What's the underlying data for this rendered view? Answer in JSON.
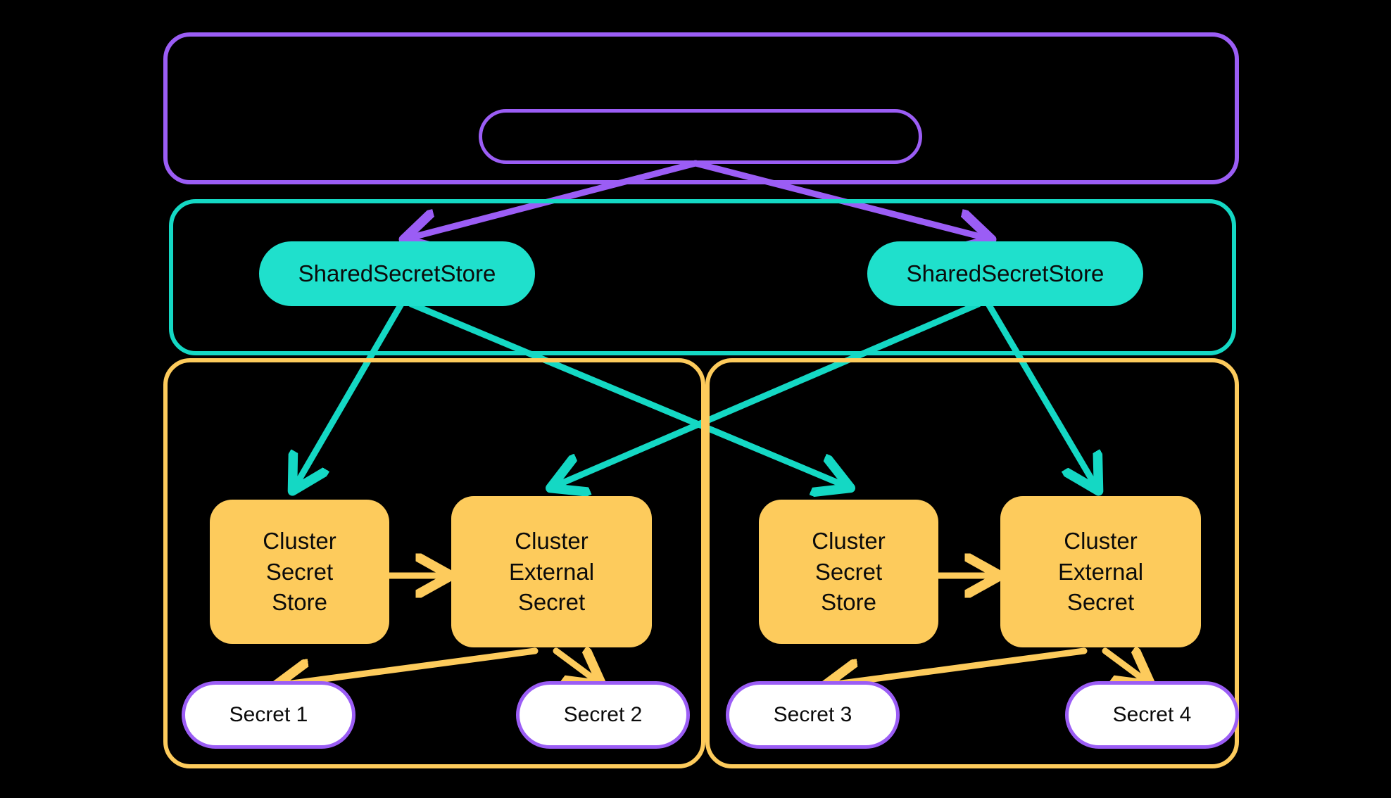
{
  "diagram": {
    "title": "External Secrets Operator shared secret store architecture",
    "background_color": "#000000",
    "colors": {
      "purple": "#9B5DF5",
      "teal": "#14D8C4",
      "teal_fill": "#1FE0CC",
      "yellow": "#FDCB5C",
      "white": "#FFFFFF",
      "text": "#0B0B0B"
    }
  },
  "groups": [
    {
      "id": "operator-group",
      "name": "operator-group",
      "label": "",
      "color": "#9B5DF5"
    },
    {
      "id": "shared-store-group",
      "name": "shared-store-group",
      "label": "",
      "color": "#14D8C4"
    },
    {
      "id": "cluster-group-left",
      "name": "cluster-group-left",
      "label": "",
      "color": "#FDCB5C"
    },
    {
      "id": "cluster-group-right",
      "name": "cluster-group-right",
      "label": "",
      "color": "#FDCB5C"
    }
  ],
  "nodes": {
    "operator_pill": {
      "label": "",
      "color": "#9B5DF5"
    },
    "shared_store_left": {
      "label": "SharedSecretStore",
      "color": "#1FE0CC"
    },
    "shared_store_right": {
      "label": "SharedSecretStore",
      "color": "#1FE0CC"
    },
    "cluster_secret_store_left": {
      "label": "Cluster\nSecret\nStore",
      "color": "#FDCB5C"
    },
    "cluster_external_secret_left": {
      "label": "Cluster\nExternal\nSecret",
      "color": "#FDCB5C"
    },
    "cluster_secret_store_right": {
      "label": "Cluster\nSecret\nStore",
      "color": "#FDCB5C"
    },
    "cluster_external_secret_right": {
      "label": "Cluster\nExternal\nSecret",
      "color": "#FDCB5C"
    },
    "secret_1": {
      "label": "Secret 1",
      "color": "#FFFFFF"
    },
    "secret_2": {
      "label": "Secret 2",
      "color": "#FFFFFF"
    },
    "secret_3": {
      "label": "Secret 3",
      "color": "#FFFFFF"
    },
    "secret_4": {
      "label": "Secret 4",
      "color": "#FFFFFF"
    }
  },
  "edges": [
    {
      "from": "operator_pill",
      "to": "shared_store_left",
      "color": "#9B5DF5"
    },
    {
      "from": "operator_pill",
      "to": "shared_store_right",
      "color": "#9B5DF5"
    },
    {
      "from": "shared_store_left",
      "to": "cluster_secret_store_left",
      "color": "#14D8C4"
    },
    {
      "from": "shared_store_left",
      "to": "cluster_external_secret_right",
      "color": "#14D8C4"
    },
    {
      "from": "shared_store_right",
      "to": "cluster_external_secret_left",
      "color": "#14D8C4"
    },
    {
      "from": "shared_store_right",
      "to": "cluster_secret_store_right",
      "color": "#14D8C4"
    },
    {
      "from": "cluster_secret_store_left",
      "to": "cluster_external_secret_left",
      "color": "#FDCB5C"
    },
    {
      "from": "cluster_secret_store_right",
      "to": "cluster_external_secret_right",
      "color": "#FDCB5C"
    },
    {
      "from": "cluster_external_secret_left",
      "to": "secret_1",
      "color": "#FDCB5C"
    },
    {
      "from": "cluster_external_secret_left",
      "to": "secret_2",
      "color": "#FDCB5C"
    },
    {
      "from": "cluster_external_secret_right",
      "to": "secret_3",
      "color": "#FDCB5C"
    },
    {
      "from": "cluster_external_secret_right",
      "to": "secret_4",
      "color": "#FDCB5C"
    }
  ]
}
